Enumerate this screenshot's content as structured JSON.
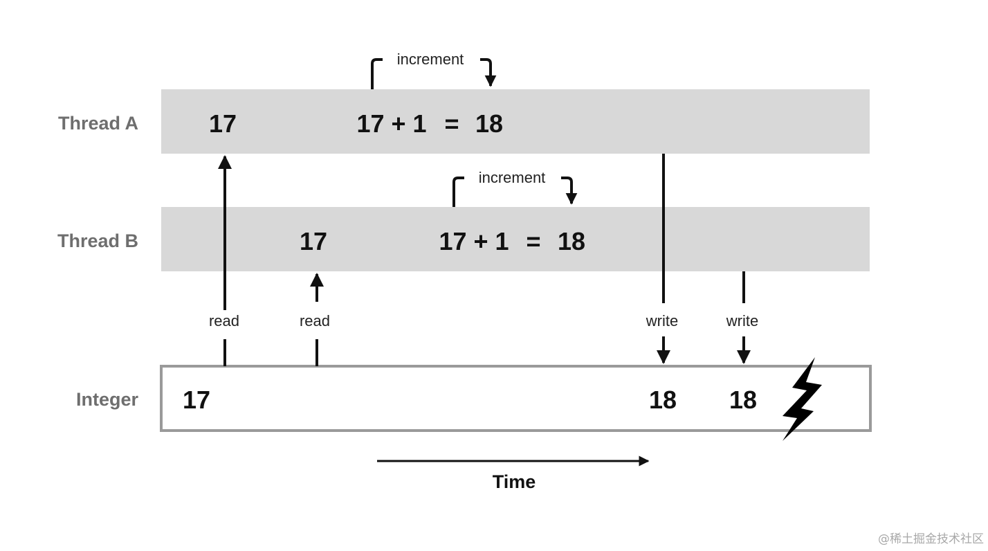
{
  "colors": {
    "band": "#d8d8d8",
    "integer_border": "#9a9a9a",
    "ink": "#111111",
    "row_label": "#6e6e6e"
  },
  "rows": {
    "thread_a": "Thread A",
    "thread_b": "Thread B",
    "integer": "Integer"
  },
  "thread_a": {
    "read_value": "17",
    "expression": "17 + 1",
    "equals": "=",
    "result": "18",
    "increment_label": "increment"
  },
  "thread_b": {
    "read_value": "17",
    "expression": "17 + 1",
    "equals": "=",
    "result": "18",
    "increment_label": "increment"
  },
  "integer": {
    "initial": "17",
    "write_a": "18",
    "write_b": "18",
    "conflict_icon": "lightning-bolt-icon"
  },
  "ops": {
    "read_a": "read",
    "read_b": "read",
    "write_a": "write",
    "write_b": "write"
  },
  "time_label": "Time",
  "watermark": "@稀土掘金技术社区"
}
